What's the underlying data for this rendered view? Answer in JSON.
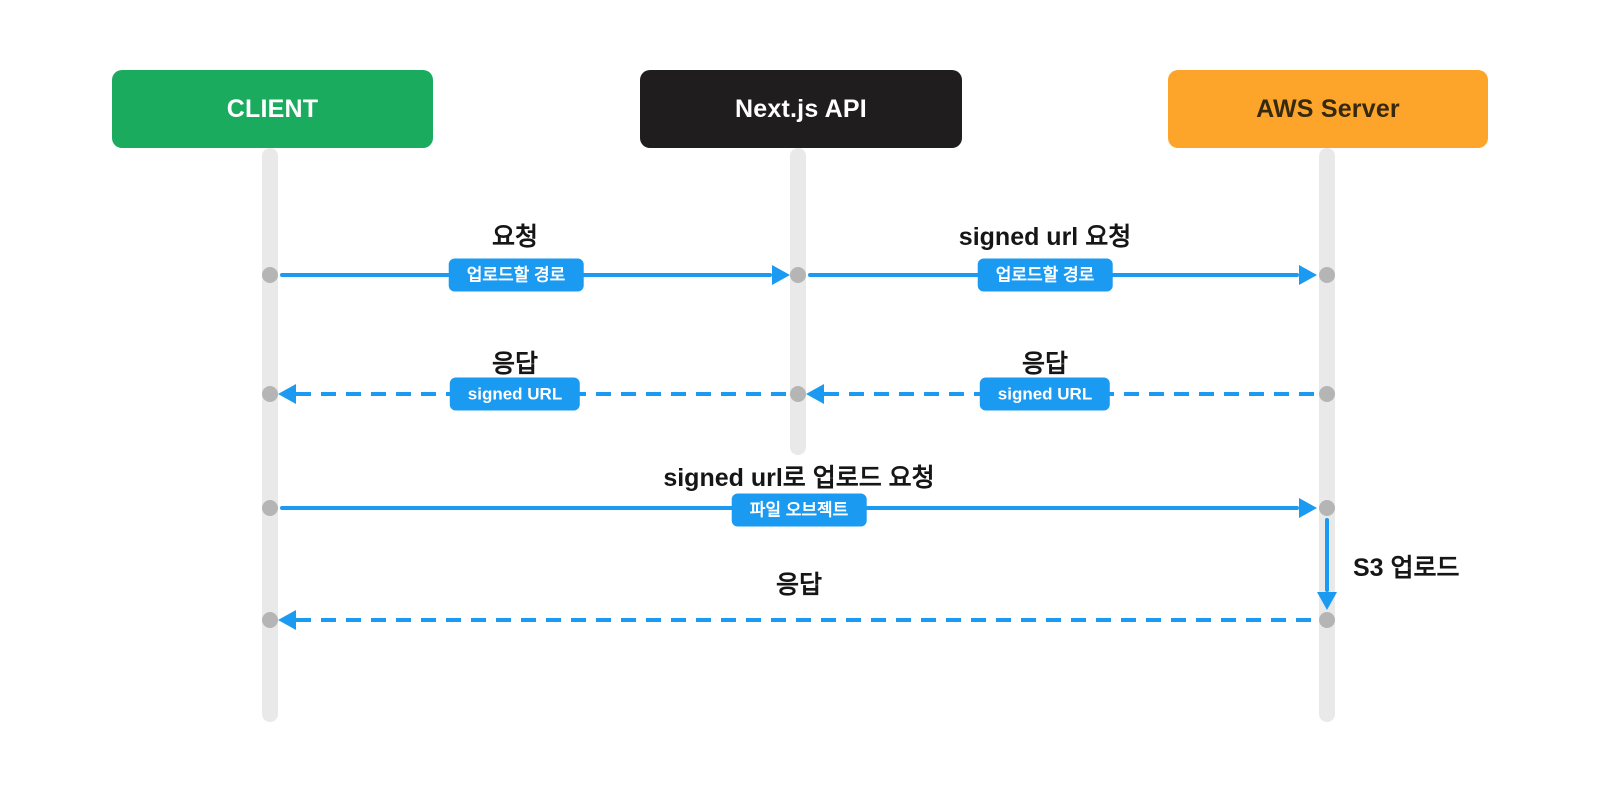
{
  "diagram": {
    "type": "sequence-diagram",
    "actors": [
      {
        "id": "client",
        "label": "CLIENT",
        "color": "#1aab5e",
        "text_color": "#ffffff"
      },
      {
        "id": "nextjs",
        "label": "Next.js API",
        "color": "#1f1d1d",
        "text_color": "#ffffff"
      },
      {
        "id": "aws",
        "label": "AWS Server",
        "color": "#fda42a",
        "text_color": "#35290f"
      }
    ],
    "messages": [
      {
        "from": "CLIENT",
        "to": "Next.js API",
        "label": "요청",
        "badge": "업로드할 경로",
        "line": "solid"
      },
      {
        "from": "Next.js API",
        "to": "AWS Server",
        "label": "signed url 요청",
        "badge": "업로드할 경로",
        "line": "solid"
      },
      {
        "from": "Next.js API",
        "to": "CLIENT",
        "label": "응답",
        "badge": "signed URL",
        "line": "dashed"
      },
      {
        "from": "AWS Server",
        "to": "Next.js API",
        "label": "응답",
        "badge": "signed URL",
        "line": "dashed"
      },
      {
        "from": "CLIENT",
        "to": "AWS Server",
        "label": "signed url로 업로드 요청",
        "badge": "파일 오브젝트",
        "line": "solid"
      },
      {
        "from": "AWS Server",
        "to": "AWS Server",
        "label": "S3 업로드",
        "badge": "",
        "line": "solid-self"
      },
      {
        "from": "AWS Server",
        "to": "CLIENT",
        "label": "응답",
        "badge": "",
        "line": "dashed"
      }
    ],
    "colors": {
      "arrow": "#1b9af2",
      "badge_background": "#1b9af2",
      "badge_text": "#ffffff",
      "lifeline": "#e9e9e9",
      "node": "#b5b5b5",
      "label_text": "#161616",
      "background": "#ffffff"
    }
  }
}
